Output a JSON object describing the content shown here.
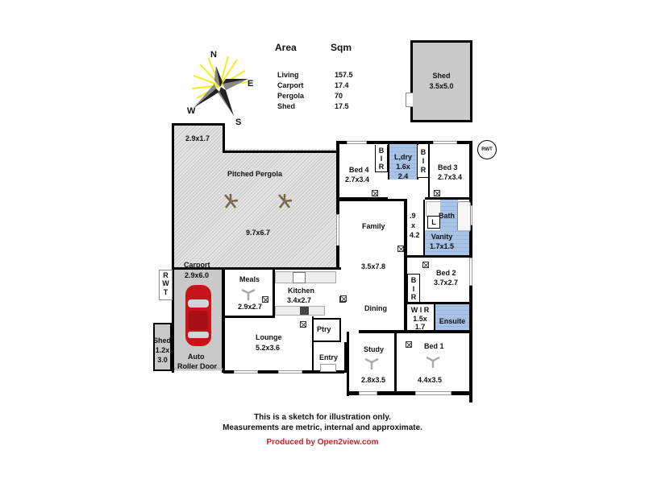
{
  "compass": {
    "n": "N",
    "e": "E",
    "s": "S",
    "w": "W"
  },
  "area_table": {
    "headers": [
      "Area",
      "Sqm"
    ],
    "rows": [
      {
        "name": "Living",
        "value": "157.5"
      },
      {
        "name": "Carport",
        "value": "17.4"
      },
      {
        "name": "Pergola",
        "value": "70"
      },
      {
        "name": "Shed",
        "value": "17.5"
      }
    ]
  },
  "rooms": {
    "shed_large": {
      "name": "Shed",
      "size": "3.5x5.0"
    },
    "pergola_nook": {
      "size": "2.9x1.7"
    },
    "pergola": {
      "name": "Pitched Pergola",
      "size": "9.7x6.7"
    },
    "bed4": {
      "name": "Bed 4",
      "size": "2.7x3.4"
    },
    "bir_bed4": {
      "letters": [
        "B",
        "I",
        "R"
      ]
    },
    "laundry": {
      "name": "L,dry",
      "size_line1": "1.6x",
      "size_line2": "2.4"
    },
    "bir_bed3": {
      "letters": [
        "B",
        "I",
        "R"
      ]
    },
    "bed3": {
      "name": "Bed 3",
      "size": "2.7x3.4"
    },
    "rwt_right": {
      "label": "RWT"
    },
    "hall": {
      "line1": ".9",
      "line2": "x",
      "line3": "4.2"
    },
    "bath": {
      "name": "Bath"
    },
    "wc": {
      "name": "L"
    },
    "vanity": {
      "name": "Vanity",
      "size": "1.7x1.5"
    },
    "family": {
      "name": "Family",
      "size": "3.5x7.8",
      "name2": "Dining"
    },
    "bed2": {
      "name": "Bed 2",
      "size": "3.7x2.7"
    },
    "bir_bed2": {
      "letters": [
        "B",
        "I",
        "R"
      ]
    },
    "wir": {
      "name": "W I R",
      "size_line1": "1.5x",
      "size_line2": "1.7"
    },
    "ensuite": {
      "name": "Ensuite"
    },
    "carport": {
      "name": "Carport",
      "size": "2.9x6.0",
      "door_line1": "Auto",
      "door_line2": "Roller Door"
    },
    "rwt_left": {
      "letters": [
        "R",
        "W",
        "T"
      ]
    },
    "shed_small": {
      "name": "Shed",
      "size_line1": "1.2x",
      "size_line2": "3.0"
    },
    "meals": {
      "name": "Meals",
      "size": "2.9x2.7"
    },
    "kitchen": {
      "name": "Kitchen",
      "size": "3.4x2.7"
    },
    "pantry": {
      "name": "Ptry"
    },
    "lounge": {
      "name": "Lounge",
      "size": "5.2x3.6"
    },
    "entry": {
      "name": "Entry"
    },
    "study": {
      "name": "Study",
      "size": "2.8x3.5"
    },
    "bed1": {
      "name": "Bed 1",
      "size": "4.4x3.5"
    }
  },
  "footer": {
    "line1": "This is a sketch for illustration only.",
    "line2": "Measurements are metric, internal and approximate.",
    "credit": "Produced by Open2view.com",
    "credit_color": "#d0202a"
  }
}
